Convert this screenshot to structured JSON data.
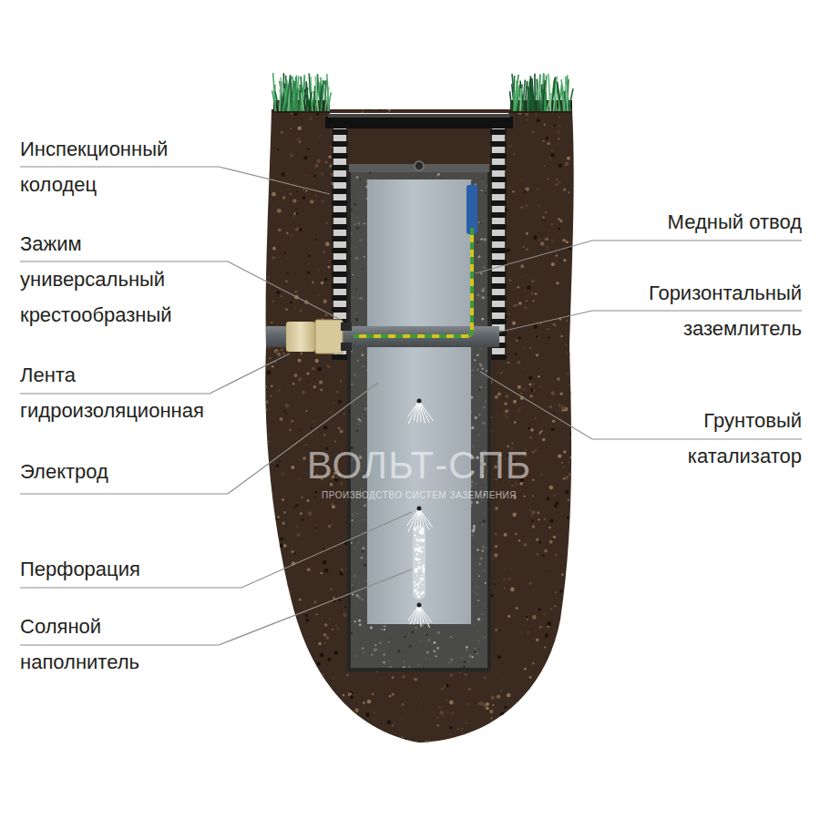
{
  "diagram": {
    "labels": [
      "Инспекционный колодец",
      "Зажим универсальный крестообразный",
      "Лента гидроизоляционная",
      "Электрод",
      "Перфорация",
      "Соляной наполнитель",
      "Медный отвод",
      "Горизонтальный заземлитель",
      "Грунтовый катализатор",
      "ВОЛЬТ-СПБ",
      "ПРОИЗВОДСТВО СИСТЕМ ЗАЗЕМЛЕНИЯ"
    ]
  }
}
